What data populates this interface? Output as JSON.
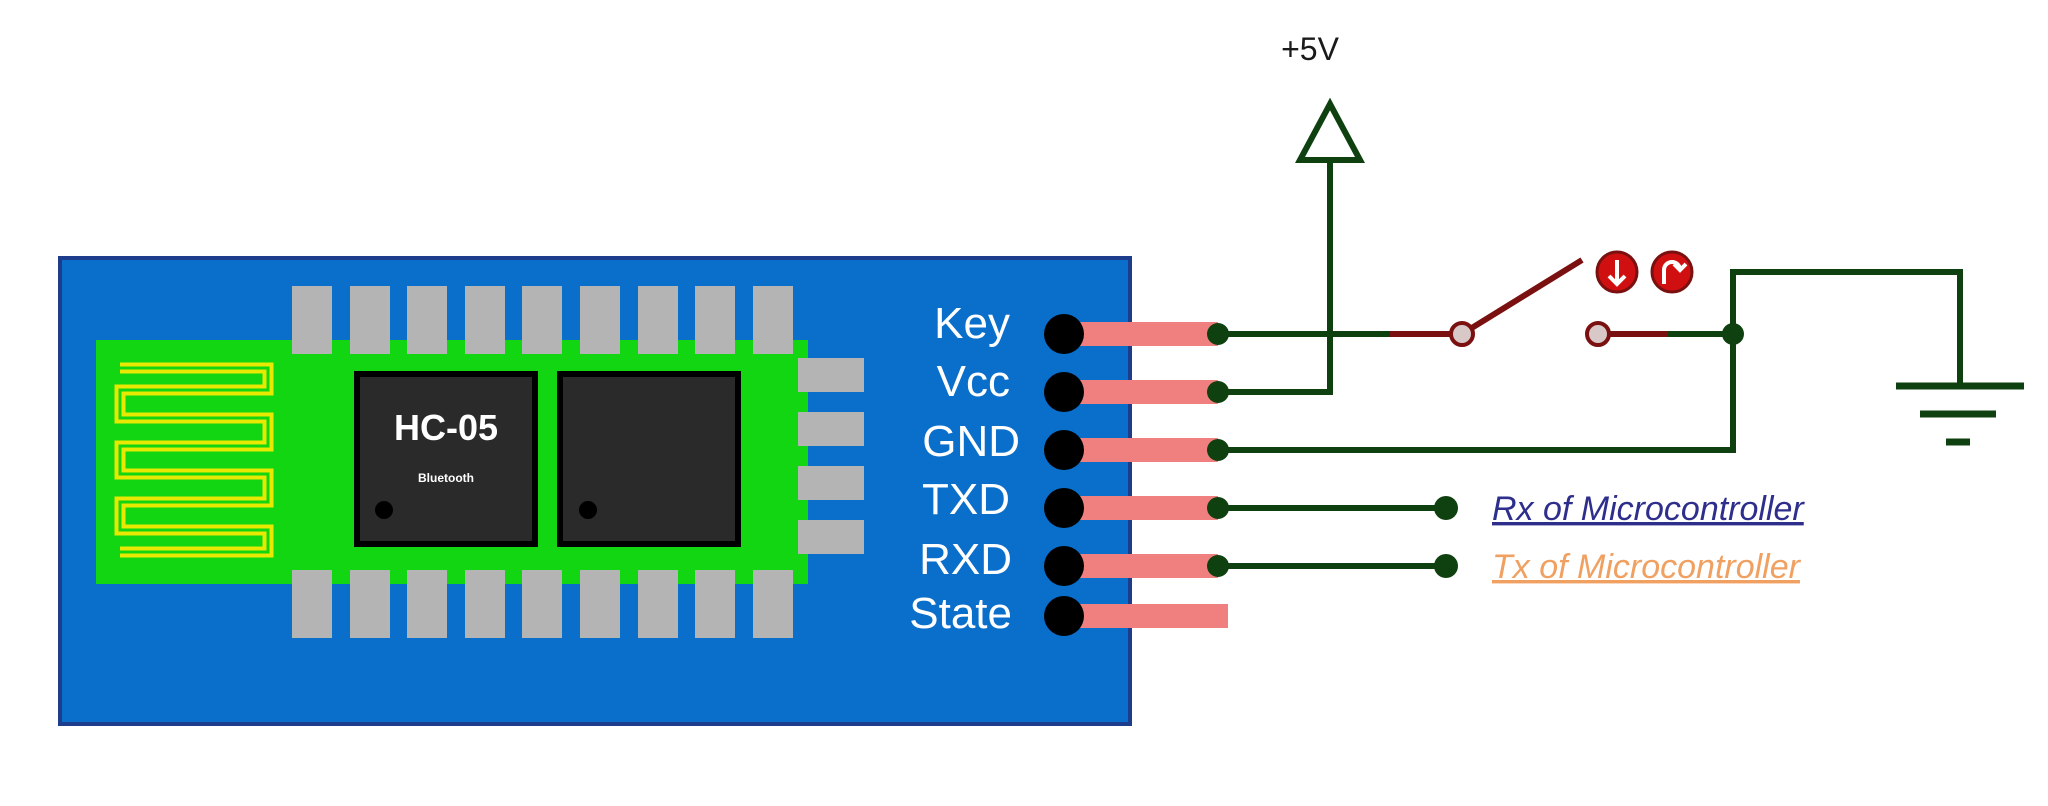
{
  "module": {
    "chip_name": "HC-05",
    "chip_subtitle": "Bluetooth",
    "pins": [
      "Key",
      "Vcc",
      "GND",
      "TXD",
      "RXD",
      "State"
    ]
  },
  "supply": {
    "label": "+5V"
  },
  "connections": {
    "txd_target": "Rx of Microcontroller",
    "rxd_target": "Tx of Microcontroller"
  },
  "colors": {
    "board": "#0a6ecb",
    "pcb": "#12d612",
    "pad": "#b4b4b4",
    "chip": "#2a2a2a",
    "antenna": "#e8e800",
    "pin_stub": "#f08080",
    "wire": "#0f4010",
    "switch": "#7a1010",
    "switch_button": "#d01010"
  }
}
